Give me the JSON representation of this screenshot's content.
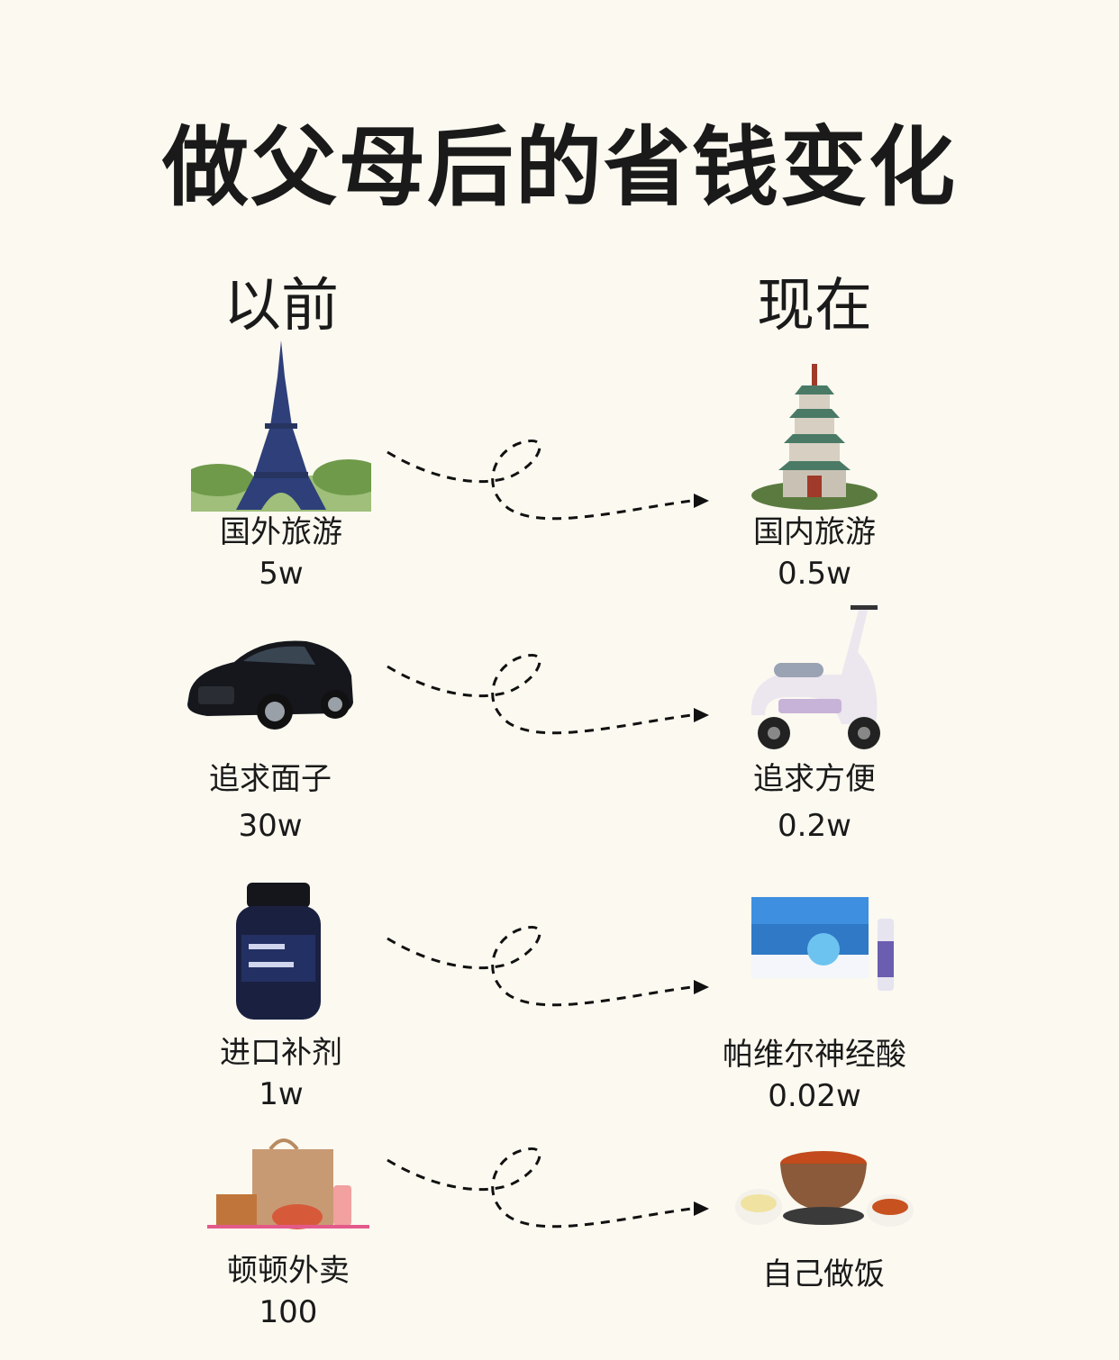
{
  "title": "做父母后的省钱变化",
  "columns": {
    "before": "以前",
    "now": "现在"
  },
  "rows": [
    {
      "before": {
        "label": "国外旅游",
        "price": "5w",
        "icon": "eiffel-tower-icon"
      },
      "now": {
        "label": "国内旅游",
        "price": "0.5w",
        "icon": "pagoda-icon"
      }
    },
    {
      "before": {
        "label": "追求面子",
        "price": "30w",
        "icon": "car-icon"
      },
      "now": {
        "label": "追求方便",
        "price": "0.2w",
        "icon": "scooter-icon"
      }
    },
    {
      "before": {
        "label": "进口补剂",
        "price": "1w",
        "icon": "supplement-bottle-icon"
      },
      "now": {
        "label": "帕维尔神经酸",
        "price": "0.02w",
        "icon": "supplement-box-icon"
      }
    },
    {
      "before": {
        "label": "顿顿外卖",
        "price": "100",
        "icon": "takeout-bag-icon"
      },
      "now": {
        "label": "自己做饭",
        "price": "",
        "icon": "home-meal-icon"
      }
    }
  ],
  "colors": {
    "background": "#fbf9f0",
    "text": "#1a1a1a"
  }
}
